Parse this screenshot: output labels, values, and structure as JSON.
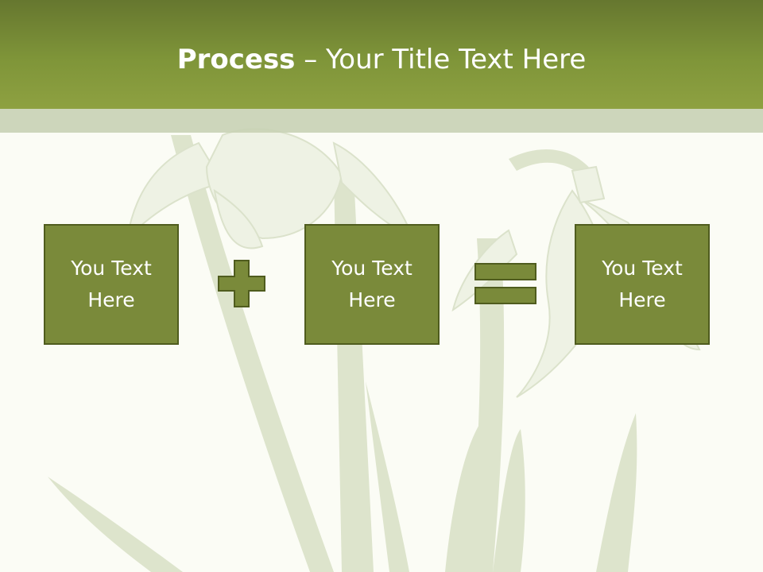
{
  "slide": {
    "title_bold": "Process",
    "title_rest": " – Your Title Text Here"
  },
  "boxes": [
    {
      "label": "You Text Here"
    },
    {
      "label": "You Text Here"
    },
    {
      "label": "You Text Here"
    }
  ],
  "operators": [
    "plus-icon",
    "equals-icon"
  ],
  "colors": {
    "header": "#7f9539",
    "box_fill": "#7a8a3a",
    "box_border": "#4f5c1e",
    "background": "#fbfcf5"
  }
}
